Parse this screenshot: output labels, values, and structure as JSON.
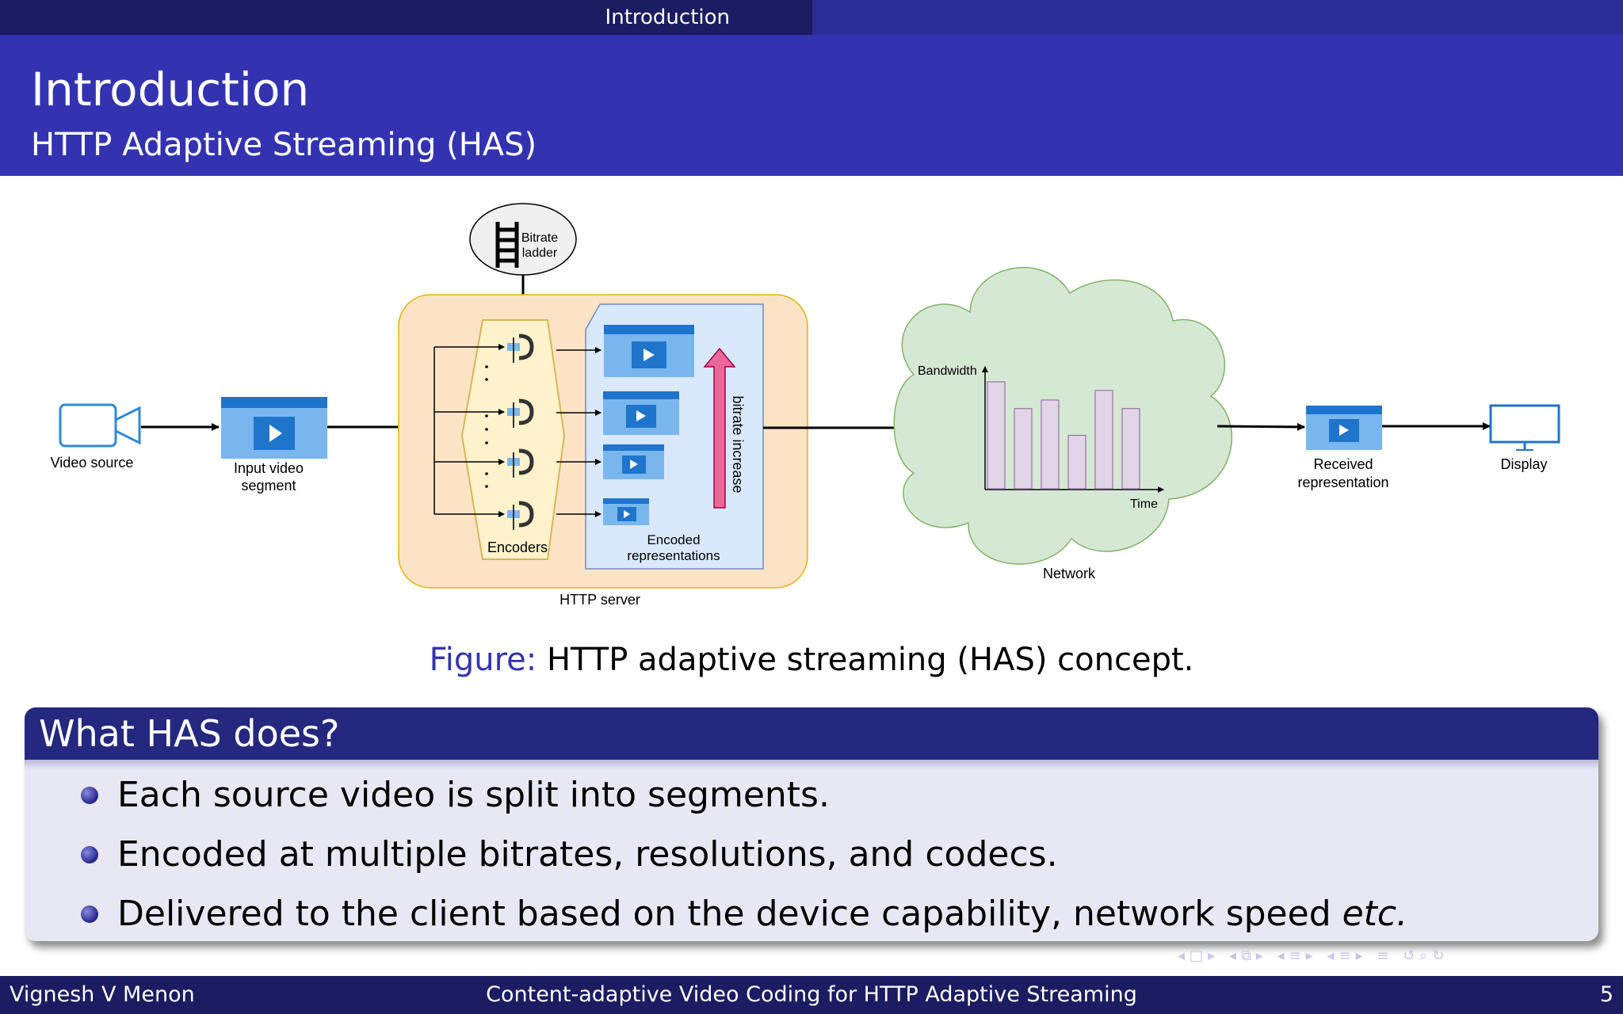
{
  "header": {
    "section": "Introduction"
  },
  "frame": {
    "title": "Introduction",
    "subtitle": "HTTP Adaptive Streaming (HAS)"
  },
  "diagram": {
    "video_source": "Video source",
    "input_segment": [
      "Input video",
      "segment"
    ],
    "bitrate_ladder": [
      "Bitrate",
      "ladder"
    ],
    "encoders": "Encoders",
    "encoded": [
      "Encoded",
      "representations"
    ],
    "bitrate_increase": "bitrate increase",
    "http_server": "HTTP server",
    "bandwidth": "Bandwidth",
    "time": "Time",
    "network": "Network",
    "received": [
      "Received",
      "representation"
    ],
    "display": "Display",
    "bandwidth_bars": [
      100,
      75,
      83,
      50,
      92,
      75
    ]
  },
  "caption": {
    "prefix": "Figure:",
    "text": "HTTP adaptive streaming (HAS) concept."
  },
  "block": {
    "title": "What HAS does?",
    "bullets": [
      {
        "text": "Each source video is split into segments."
      },
      {
        "text": "Encoded at multiple bitrates, resolutions, and codecs."
      },
      {
        "text": "Delivered to the client based on the device capability, network speed ",
        "em": "etc."
      }
    ]
  },
  "footer": {
    "author": "Vignesh V Menon",
    "title": "Content-adaptive Video Coding for HTTP Adaptive Streaming",
    "page": "5"
  },
  "colors": {
    "header_dark": "#1b1c62",
    "header": "#3333b2",
    "block_title": "#25287f",
    "block_body": "#e8e8f4",
    "server_bg": "#fde3c6",
    "encoders_bg": "#fff2cc",
    "reps_bg": "#dae8fc",
    "cloud": "#d5e8d4",
    "bars": "#e1d5e7",
    "arrow_pink": "#e9679b",
    "video_blue": "#2f8ad8"
  }
}
